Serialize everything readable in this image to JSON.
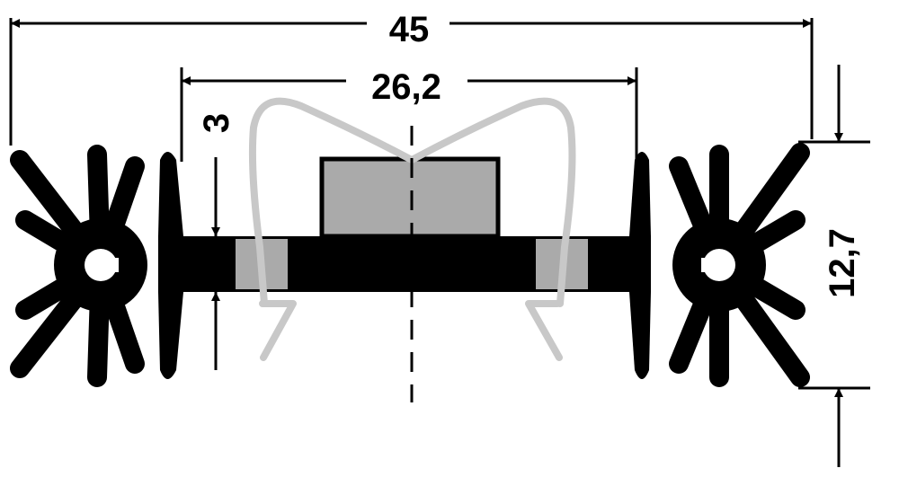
{
  "dimensions": {
    "overall_width": "45",
    "inner_width": "26,2",
    "base_thickness": "3",
    "height": "12,7"
  },
  "colors": {
    "heatsink": "#000000",
    "component": "#aaaaaa",
    "clip": "#c8c8c8",
    "line": "#000000",
    "background": "#ffffff"
  }
}
